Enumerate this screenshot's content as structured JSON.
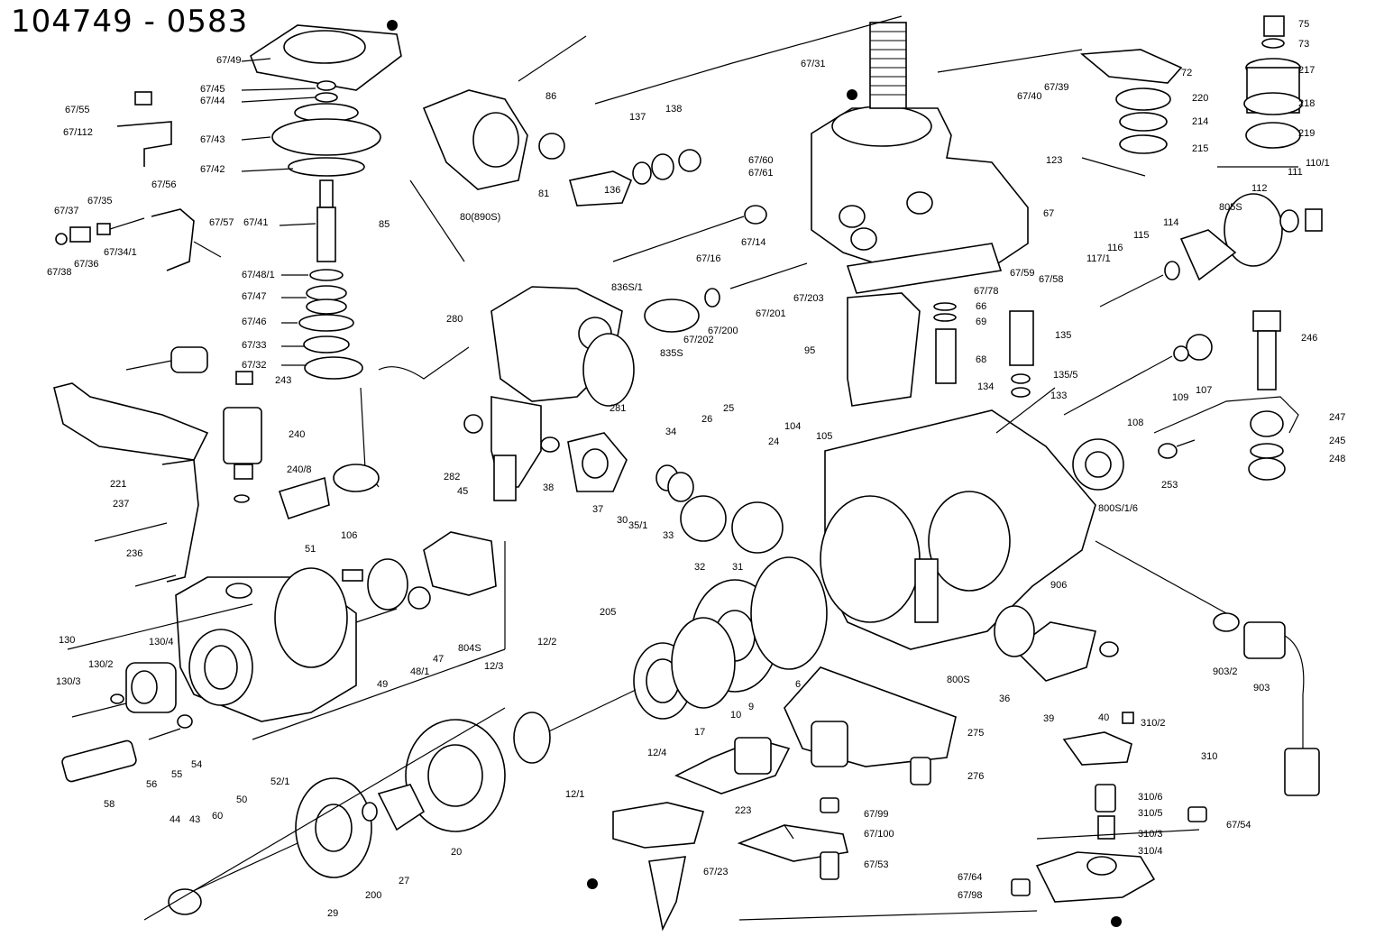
{
  "drawing_number": "104749 - 0583",
  "labels": [
    "67/49",
    "67/45",
    "67/44",
    "67/55",
    "67/112",
    "67/43",
    "67/42",
    "67/56",
    "67/35",
    "67/37",
    "67/57",
    "67/41",
    "67/34/1",
    "67/36",
    "67/38",
    "67/48/1",
    "67/47",
    "67/46",
    "67/33",
    "67/32",
    "243",
    "240",
    "240/8",
    "221",
    "237",
    "236",
    "130",
    "130/2",
    "130/4",
    "130/3",
    "58",
    "56",
    "55",
    "54",
    "60",
    "52/1",
    "44",
    "43",
    "50",
    "29",
    "200",
    "27",
    "20",
    "86",
    "85",
    "80(890S)",
    "81",
    "137",
    "138",
    "136",
    "67/31",
    "67/60",
    "67/61",
    "67/14",
    "67/16",
    "836S/1",
    "835S",
    "67/202",
    "67/200",
    "67/201",
    "67/203",
    "280",
    "281",
    "282",
    "45",
    "51",
    "106",
    "48/1",
    "47",
    "804S",
    "49",
    "12/3",
    "12/2",
    "205",
    "12/1",
    "12/4",
    "17",
    "10",
    "9",
    "6",
    "223",
    "67/23",
    "67/99",
    "67/100",
    "67/53",
    "38",
    "37",
    "30",
    "35/1",
    "34",
    "33",
    "32",
    "31",
    "26",
    "25",
    "24",
    "104",
    "105",
    "95",
    "66",
    "69",
    "68",
    "135",
    "135/5",
    "134",
    "133",
    "67/40",
    "67/39",
    "123",
    "67",
    "67/59",
    "67/58",
    "67/78",
    "72",
    "73",
    "75",
    "217",
    "218",
    "219",
    "220",
    "214",
    "215",
    "111",
    "110/1",
    "112",
    "805S",
    "114",
    "115",
    "116",
    "117/1",
    "246",
    "107",
    "109",
    "108",
    "247",
    "245",
    "248",
    "253",
    "800S/1/6",
    "906",
    "903/2",
    "903",
    "800S",
    "36",
    "39",
    "40",
    "275",
    "276",
    "310/2",
    "310",
    "310/6",
    "310/5",
    "310/3",
    "310/4",
    "67/54",
    "67/64",
    "67/98"
  ]
}
